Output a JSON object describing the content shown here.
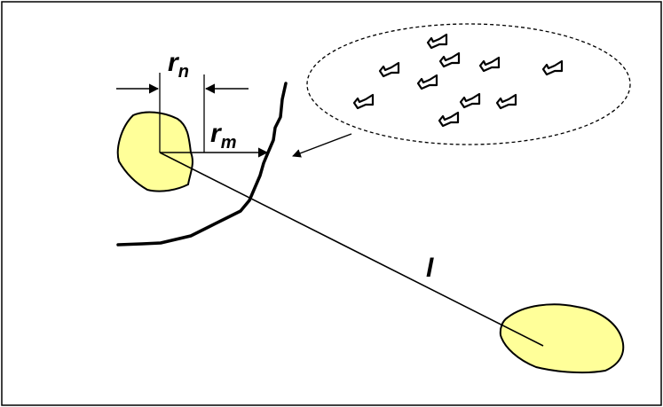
{
  "labels": {
    "r_n": "r",
    "r_n_sub": "n",
    "r_m": "r",
    "r_m_sub": "m",
    "l": "l"
  },
  "colors": {
    "blob_fill": "#FFFF99",
    "stroke": "#000000",
    "background": "#FFFFFF"
  },
  "icons": {
    "aircraft": "plane-icon"
  }
}
